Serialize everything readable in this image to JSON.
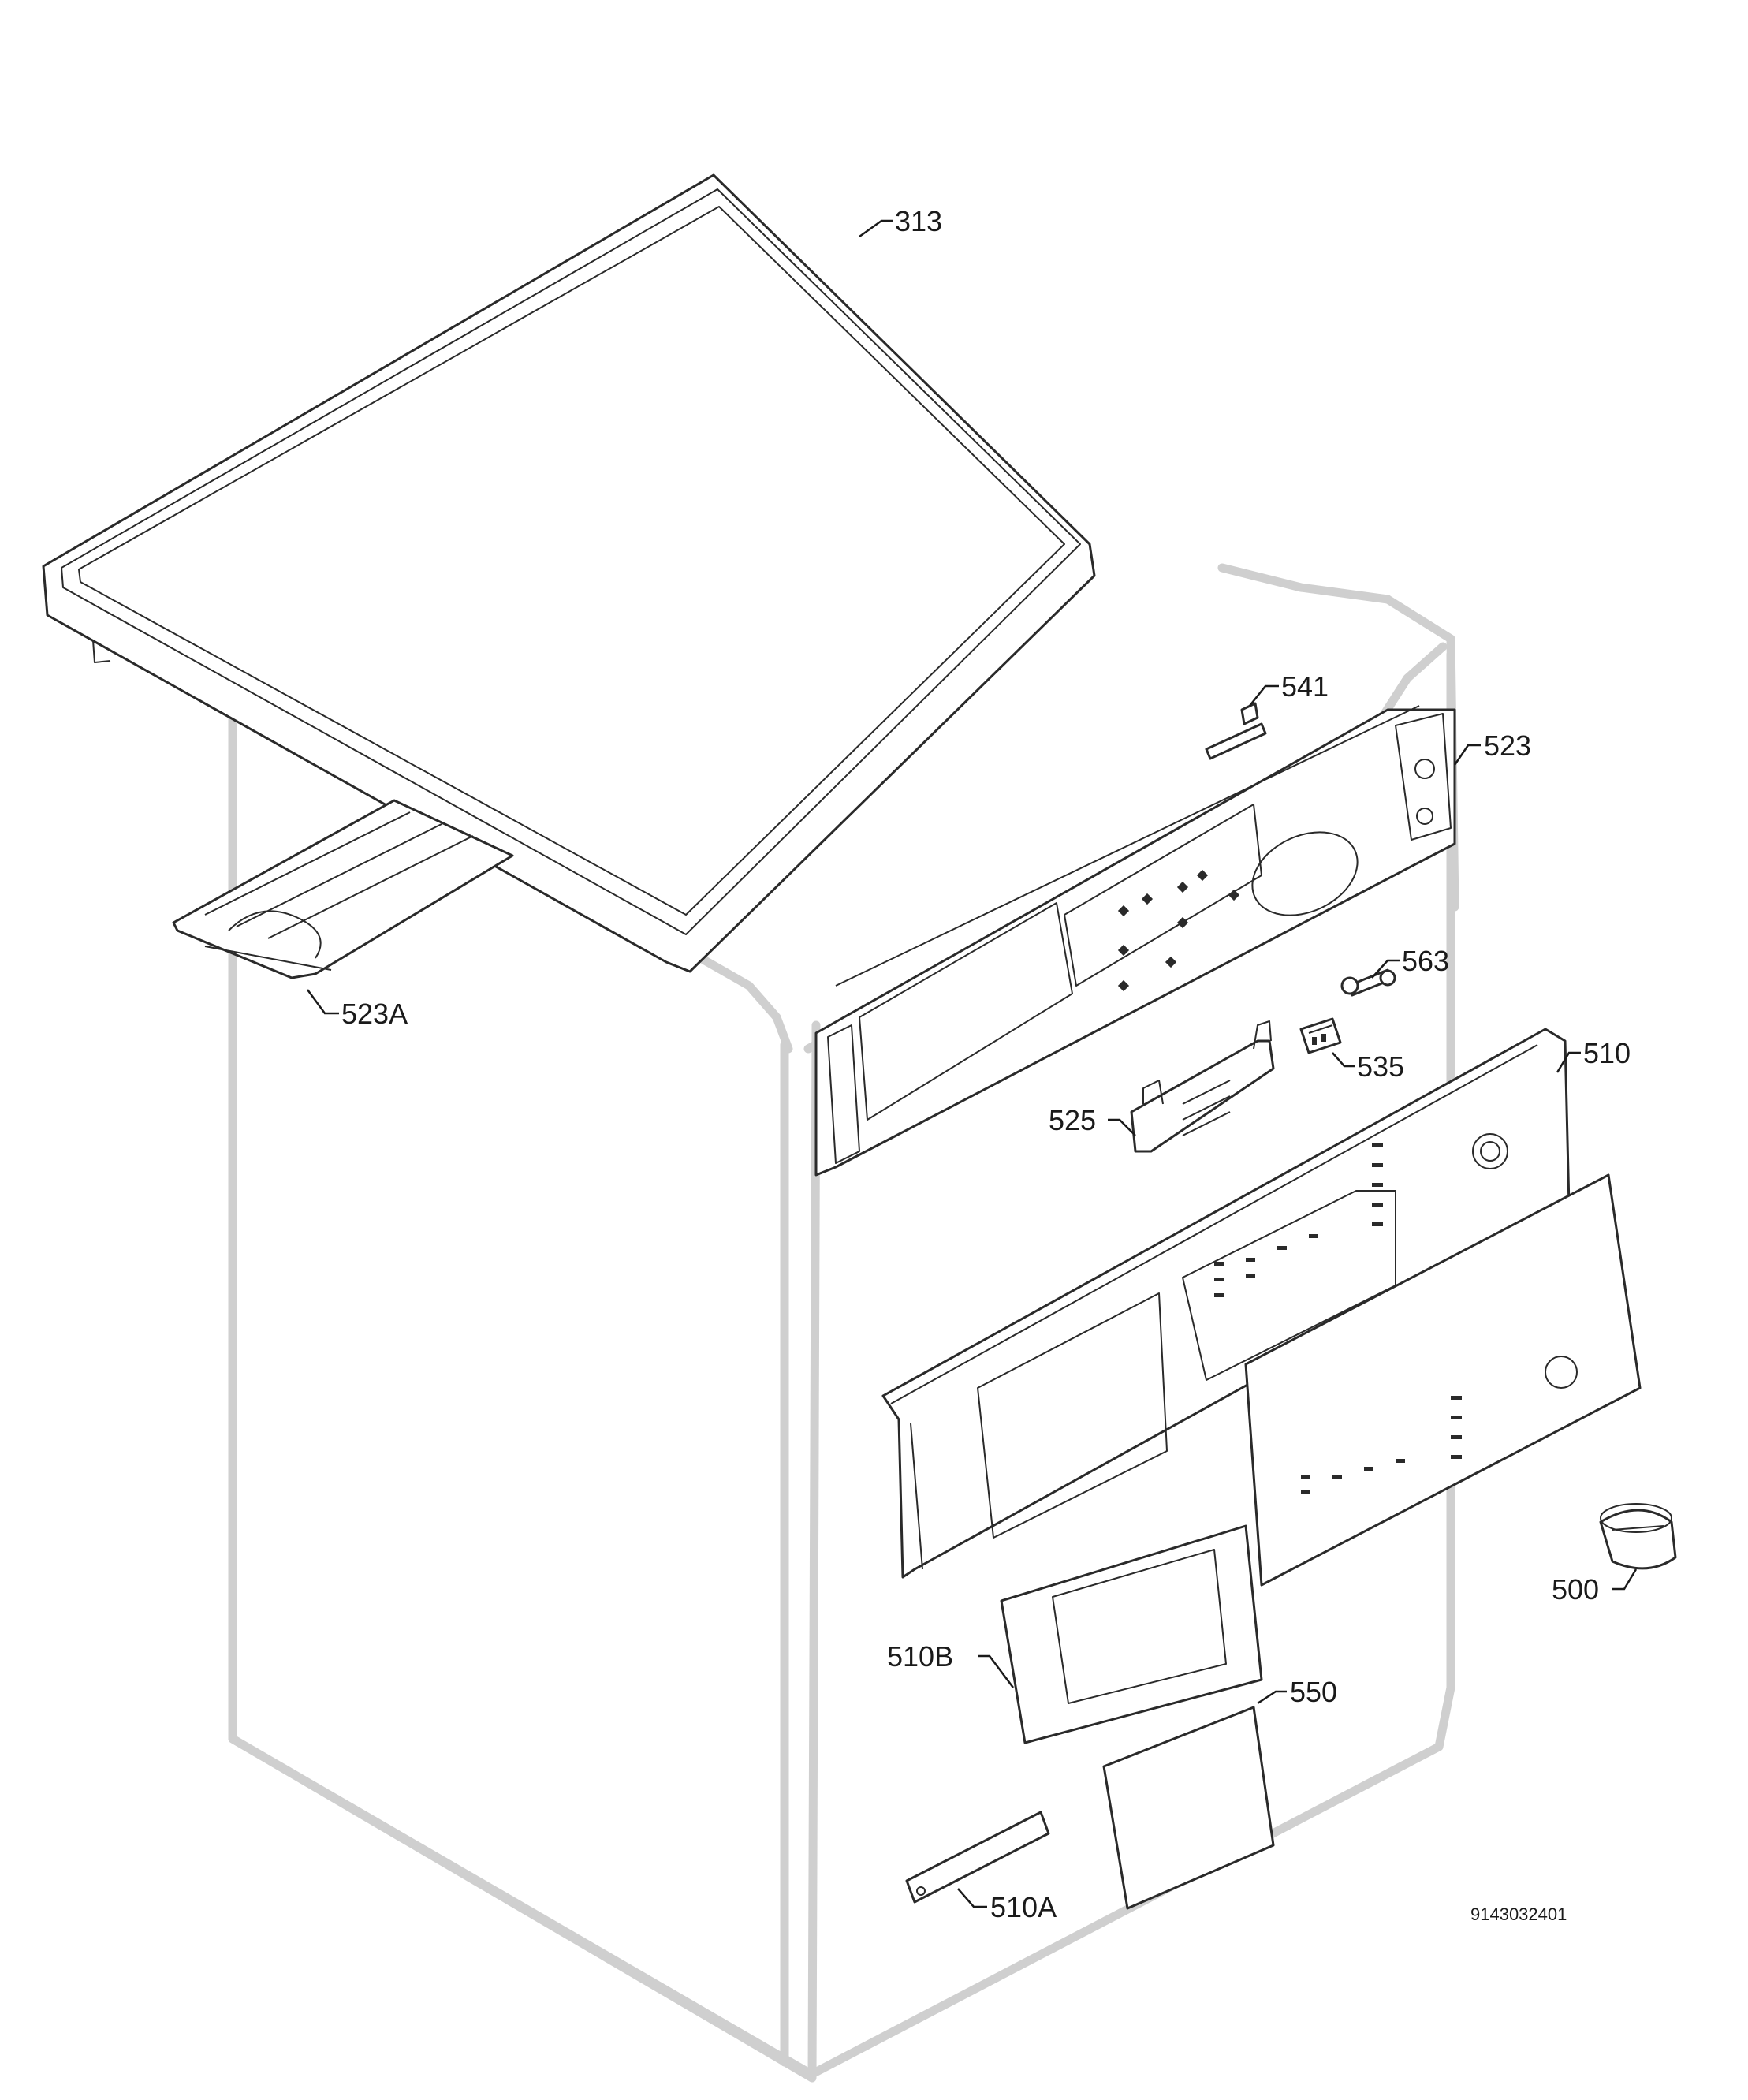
{
  "drawing_code": "9143032401",
  "parts": {
    "p313": "313",
    "p541": "541",
    "p523": "523",
    "p523A": "523A",
    "p563": "563",
    "p535": "535",
    "p510": "510",
    "p525": "525",
    "p500": "500",
    "p510B": "510B",
    "p550": "550",
    "p510A": "510A"
  }
}
